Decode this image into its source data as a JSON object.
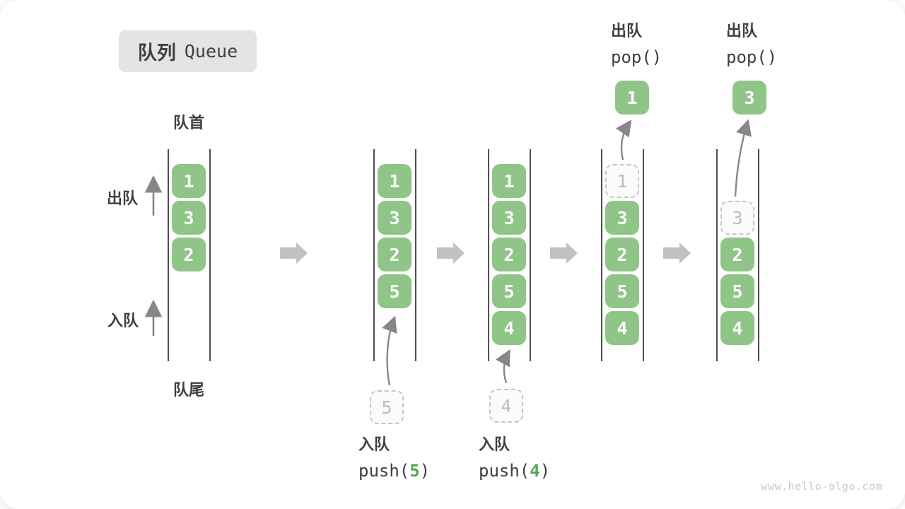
{
  "title": {
    "zh": "队列",
    "en": "Queue"
  },
  "labels": {
    "head": "队首",
    "tail": "队尾",
    "dequeue": "出队",
    "enqueue": "入队"
  },
  "code": {
    "pop": "pop()",
    "push_prefix": "push(",
    "push_suffix": ")"
  },
  "queues": [
    {
      "cells": [
        "1",
        "3",
        "2"
      ]
    },
    {
      "cells": [
        "1",
        "3",
        "2",
        "5"
      ],
      "incoming": "5"
    },
    {
      "cells": [
        "1",
        "3",
        "2",
        "5",
        "4"
      ],
      "incoming": "4"
    },
    {
      "removed": "1",
      "cells": [
        "3",
        "2",
        "5",
        "4"
      ],
      "popped": "1"
    },
    {
      "removed": "3",
      "cells": [
        "2",
        "5",
        "4"
      ],
      "popped": "3"
    }
  ],
  "watermark": "www.hello-algo.com",
  "colors": {
    "cell_green": "#8FC587",
    "code_arg_green": "#57A557",
    "thin_arrow_gray": "#878787",
    "block_arrow_gray": "#C1C1C1",
    "dashed_gray": "#C6C6C6",
    "text_dark": "#3F3F3F",
    "badge_bg": "#E4E4E4",
    "wall_dark": "#4F4F4F"
  }
}
